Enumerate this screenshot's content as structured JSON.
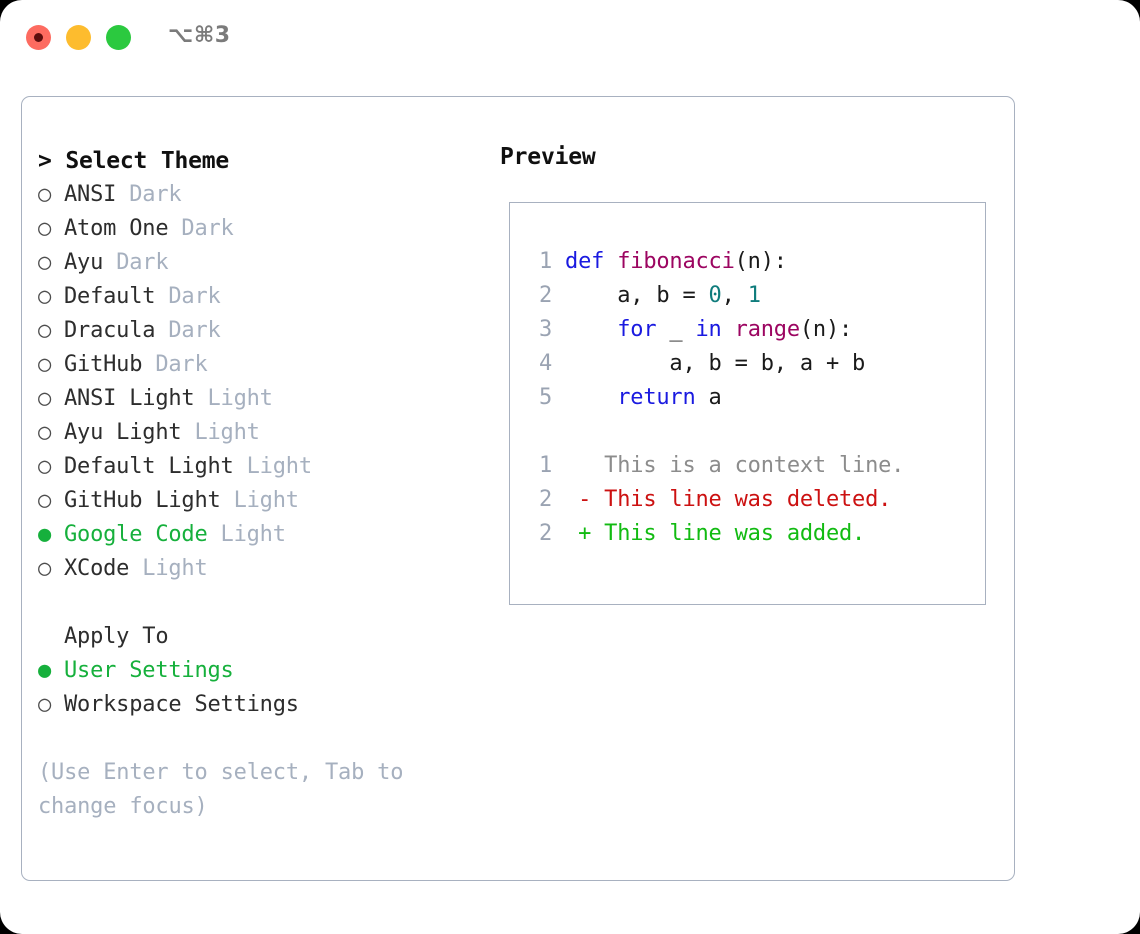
{
  "window": {
    "shortcut": "⌥⌘3",
    "traffic_lights": [
      "close-recording",
      "minimize",
      "maximize"
    ]
  },
  "theme_picker": {
    "header_prompt": ">",
    "header_label": "Select Theme",
    "marker_selected": "●",
    "marker_unselected": "○",
    "selected_theme": "Google Code",
    "items": [
      {
        "name": "ANSI",
        "tag": "Dark",
        "selected": false
      },
      {
        "name": "Atom One",
        "tag": "Dark",
        "selected": false
      },
      {
        "name": "Ayu",
        "tag": "Dark",
        "selected": false
      },
      {
        "name": "Default",
        "tag": "Dark",
        "selected": false
      },
      {
        "name": "Dracula",
        "tag": "Dark",
        "selected": false
      },
      {
        "name": "GitHub",
        "tag": "Dark",
        "selected": false
      },
      {
        "name": "ANSI Light",
        "tag": "Light",
        "selected": false
      },
      {
        "name": "Ayu Light",
        "tag": "Light",
        "selected": false
      },
      {
        "name": "Default Light",
        "tag": "Light",
        "selected": false
      },
      {
        "name": "GitHub Light",
        "tag": "Light",
        "selected": false
      },
      {
        "name": "Google Code",
        "tag": "Light",
        "selected": true
      },
      {
        "name": "XCode",
        "tag": "Light",
        "selected": false
      }
    ]
  },
  "apply_to": {
    "group_label": "Apply To",
    "selected_option": "User Settings",
    "options": [
      {
        "label": "User Settings",
        "selected": true
      },
      {
        "label": "Workspace Settings",
        "selected": false
      }
    ]
  },
  "hint": {
    "text": "(Use Enter to select, Tab to change focus)"
  },
  "preview": {
    "title": "Preview",
    "code_lines": [
      {
        "number": "1",
        "tokens": [
          {
            "text": "def ",
            "type": "keyword"
          },
          {
            "text": "fibonacci",
            "type": "function"
          },
          {
            "text": "(n):",
            "type": "punct"
          }
        ]
      },
      {
        "number": "2",
        "tokens": [
          {
            "text": "    a, b = ",
            "type": "plain"
          },
          {
            "text": "0",
            "type": "number"
          },
          {
            "text": ", ",
            "type": "plain"
          },
          {
            "text": "1",
            "type": "number"
          }
        ]
      },
      {
        "number": "3",
        "tokens": [
          {
            "text": "    ",
            "type": "plain"
          },
          {
            "text": "for",
            "type": "keyword"
          },
          {
            "text": " _ ",
            "type": "plain"
          },
          {
            "text": "in",
            "type": "keyword"
          },
          {
            "text": " ",
            "type": "plain"
          },
          {
            "text": "range",
            "type": "function"
          },
          {
            "text": "(n):",
            "type": "punct"
          }
        ]
      },
      {
        "number": "4",
        "tokens": [
          {
            "text": "        a, b = b, a + b",
            "type": "plain"
          }
        ]
      },
      {
        "number": "5",
        "tokens": [
          {
            "text": "    ",
            "type": "plain"
          },
          {
            "text": "return",
            "type": "keyword"
          },
          {
            "text": " a",
            "type": "plain"
          }
        ]
      }
    ],
    "diff_lines": [
      {
        "number": "1",
        "sign": " ",
        "text": " This is a context line.",
        "kind": "context"
      },
      {
        "number": "2",
        "sign": "-",
        "text": " This line was deleted.",
        "kind": "deleted"
      },
      {
        "number": "2",
        "sign": "+",
        "text": " This line was added.",
        "kind": "added"
      }
    ]
  },
  "colors": {
    "accent_green": "#16b03c",
    "muted_tag": "#a6b0bf",
    "border": "#a8b1c0",
    "keyword": "#1a1ae0",
    "function": "#9c0561",
    "number": "#0f7c7c",
    "diff_added": "#12bb12",
    "diff_deleted": "#cc1111",
    "diff_context": "#8c8c8c",
    "gutter": "#9aa3b2"
  }
}
